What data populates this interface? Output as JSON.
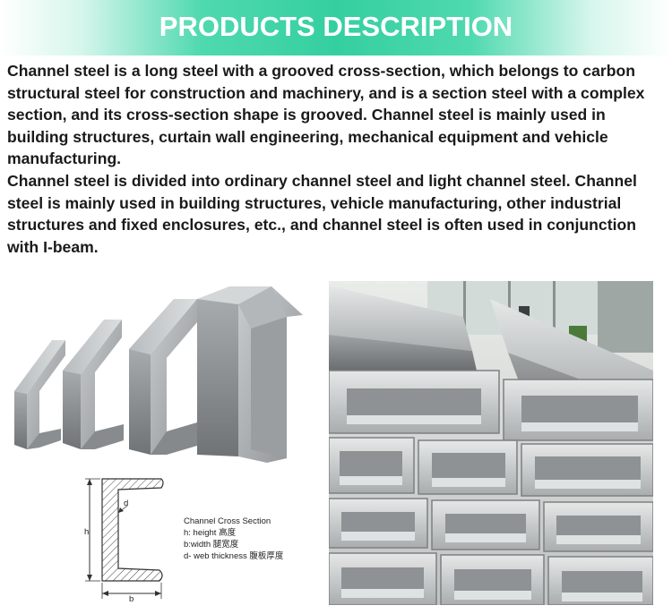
{
  "banner": {
    "title": "PRODUCTS DESCRIPTION"
  },
  "description": {
    "paragraphs": [
      "Channel steel is a long steel with a grooved cross-section, which belongs to carbon structural steel for construction and machinery, and is a section steel with a complex section, and its cross-section shape is grooved. Channel steel is mainly used in building structures, curtain wall engineering, mechanical equipment and vehicle manufacturing.",
      "Channel steel is divided into ordinary channel steel and light channel steel. Channel steel is mainly used in building structures, vehicle manufacturing, other industrial structures and fixed enclosures, etc., and channel steel is often used in conjunction with I-beam."
    ]
  },
  "diagram": {
    "title": "Channel Cross Section",
    "legend": [
      "h: height 高度",
      "b:width 腿宽度",
      "d- web thickness 腹板厚度"
    ],
    "dim_h": "h",
    "dim_b": "b",
    "dim_d": "d"
  },
  "colors": {
    "banner_accent": "#34cfa0",
    "text": "#1a1a1a"
  }
}
